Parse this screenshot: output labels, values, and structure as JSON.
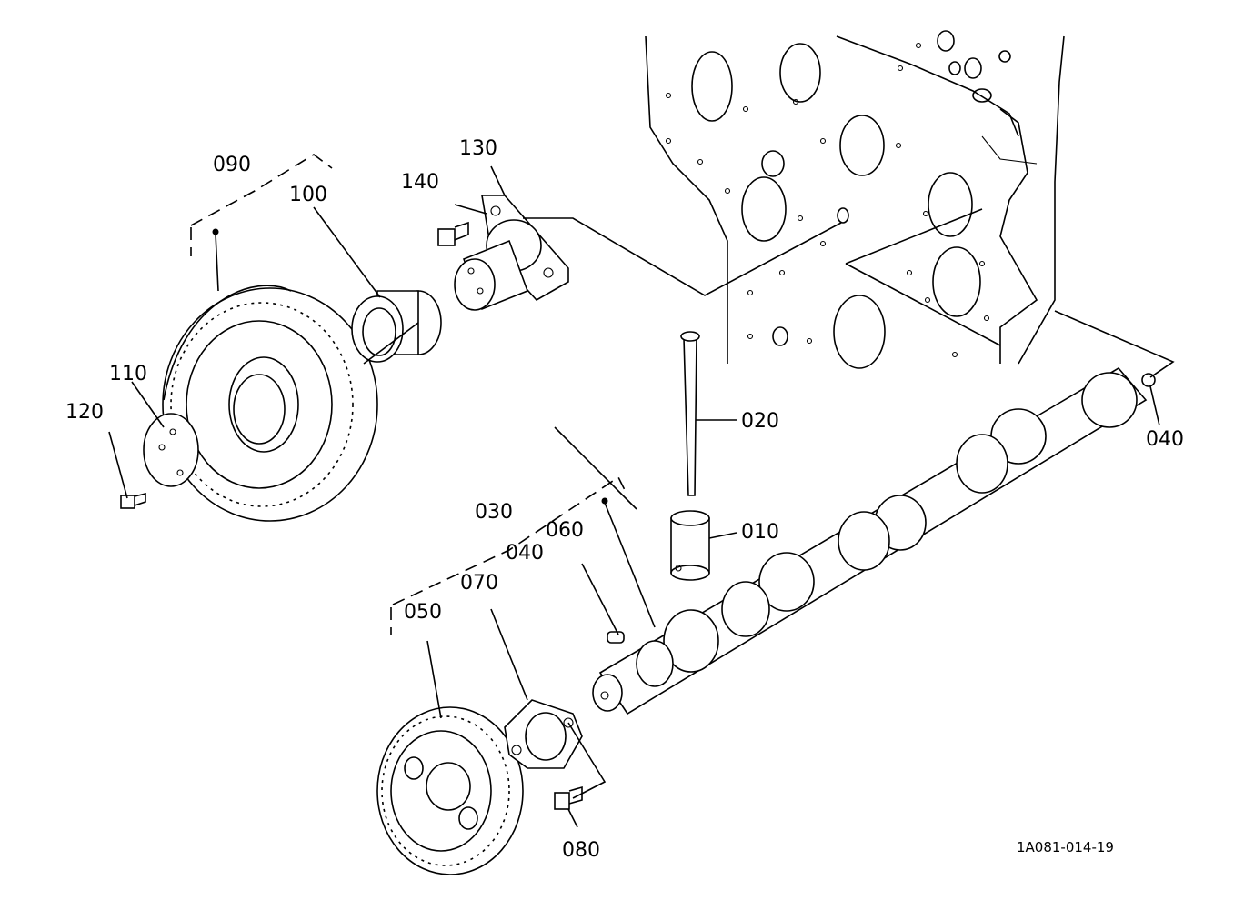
{
  "diagram": {
    "drawing_code": "1A081-014-19",
    "callouts": {
      "p010": "010",
      "p020": "020",
      "p030": "030",
      "p040a": "040",
      "p040b": "040",
      "p050": "050",
      "p060": "060",
      "p070": "070",
      "p080": "080",
      "p090": "090",
      "p100": "100",
      "p110": "110",
      "p120": "120",
      "p130": "130",
      "p140": "140"
    }
  }
}
